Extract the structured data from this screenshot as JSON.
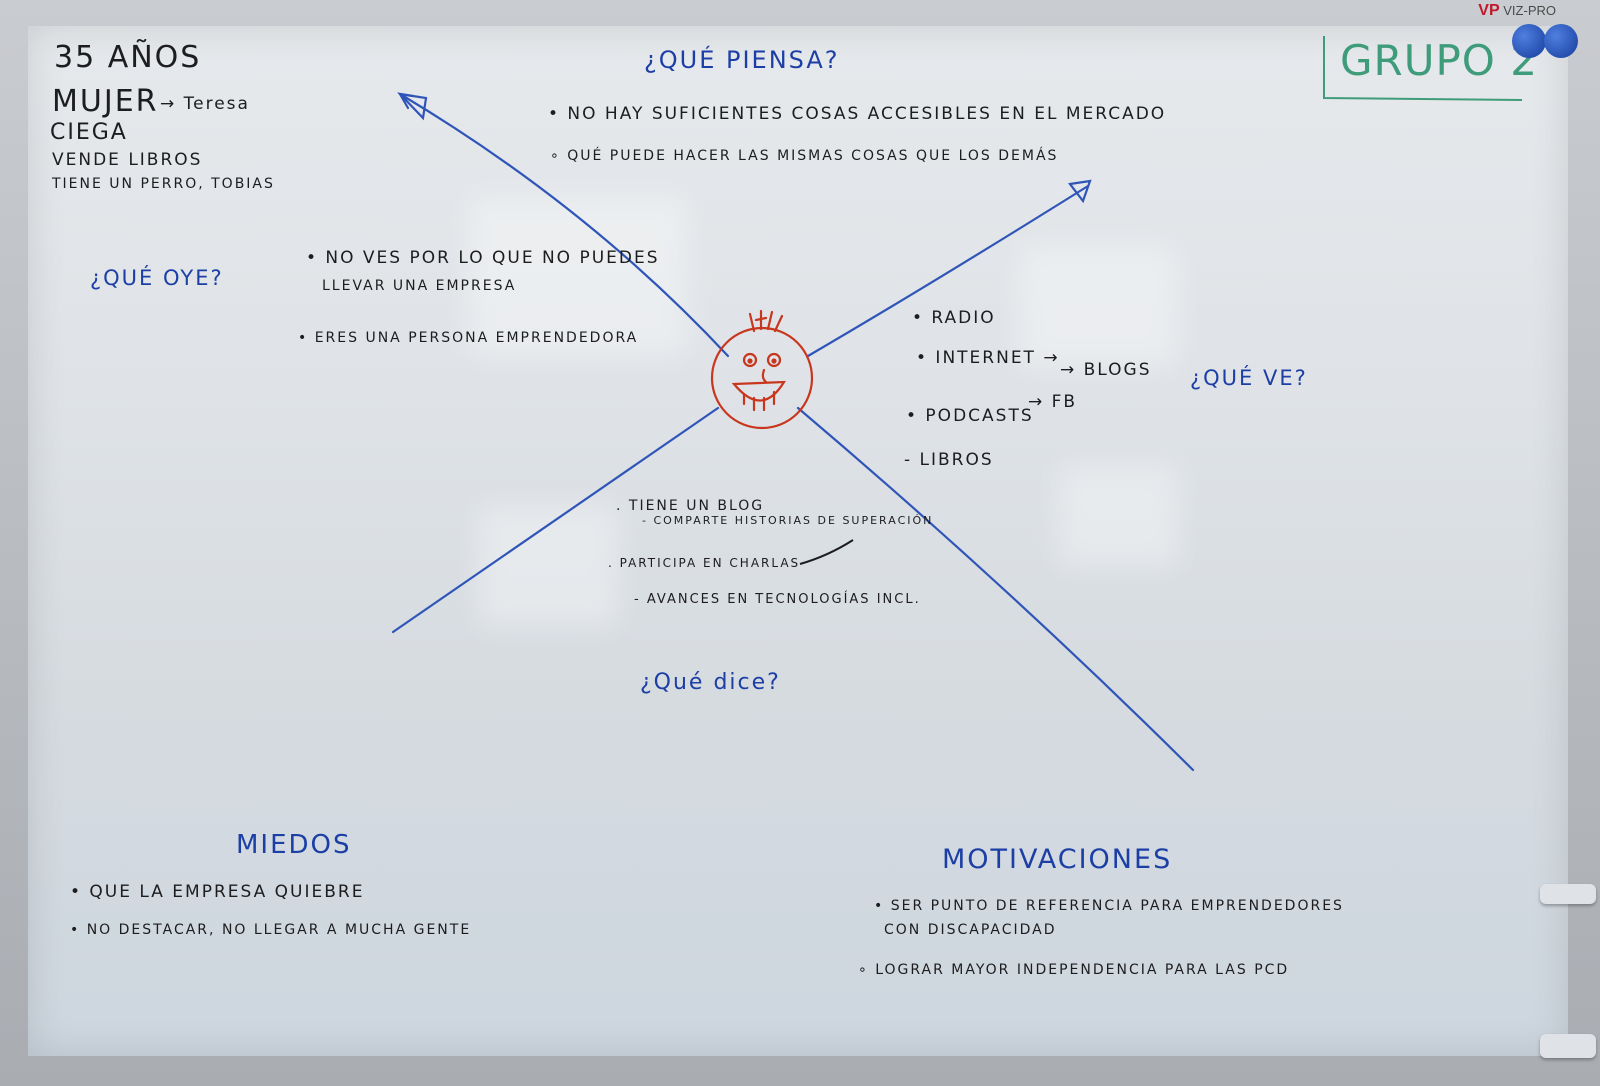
{
  "brand": {
    "logo": "VP",
    "name": "VIZ-PRO"
  },
  "group_label": "GRUPO 2",
  "persona": {
    "age": "35 AÑOS",
    "gender": "MUJER",
    "name": "→ Teresa",
    "trait": "CIEGA",
    "job": "VENDE LIBROS",
    "pet": "TIENE UN PERRO, TOBIAS"
  },
  "piensa": {
    "title": "¿QUÉ PIENSA?",
    "items": [
      "• NO HAY SUFICIENTES COSAS ACCESIBLES EN EL MERCADO",
      "∘ QUÉ PUEDE HACER LAS MISMAS COSAS QUE LOS DEMÁS"
    ]
  },
  "oye": {
    "title": "¿QUÉ OYE?",
    "items": [
      "• NO VES POR LO QUE NO PUEDES",
      "LLEVAR UNA EMPRESA",
      "• ERES UNA PERSONA EMPRENDEDORA"
    ]
  },
  "ve": {
    "title": "¿QUÉ VE?",
    "items": [
      "• RADIO",
      "• INTERNET →",
      "→ BLOGS",
      "→ FB",
      "• PODCASTS",
      "- LIBROS"
    ]
  },
  "dice": {
    "title": "¿Qué dice?",
    "items": [
      ". TIENE UN BLOG",
      "- COMPARTE HISTORIAS DE SUPERACIÓN",
      ". PARTICIPA EN CHARLAS",
      "- AVANCES EN TECNOLOGÍAS INCL."
    ]
  },
  "miedos": {
    "title": "MIEDOS",
    "items": [
      "• QUE LA EMPRESA QUIEBRE",
      "• NO DESTACAR, NO LLEGAR A MUCHA GENTE"
    ]
  },
  "motivaciones": {
    "title": "MOTIVACIONES",
    "items": [
      "• SER PUNTO DE REFERENCIA PARA EMPRENDEDORES",
      "CON DISCAPACIDAD",
      "∘ LOGRAR MAYOR INDEPENDENCIA PARA LAS PCD"
    ]
  },
  "colors": {
    "marker_black": "#1d1d1f",
    "marker_blue": "#1c3fa6",
    "marker_red": "#c8361d",
    "marker_green": "#3f9c7a"
  }
}
